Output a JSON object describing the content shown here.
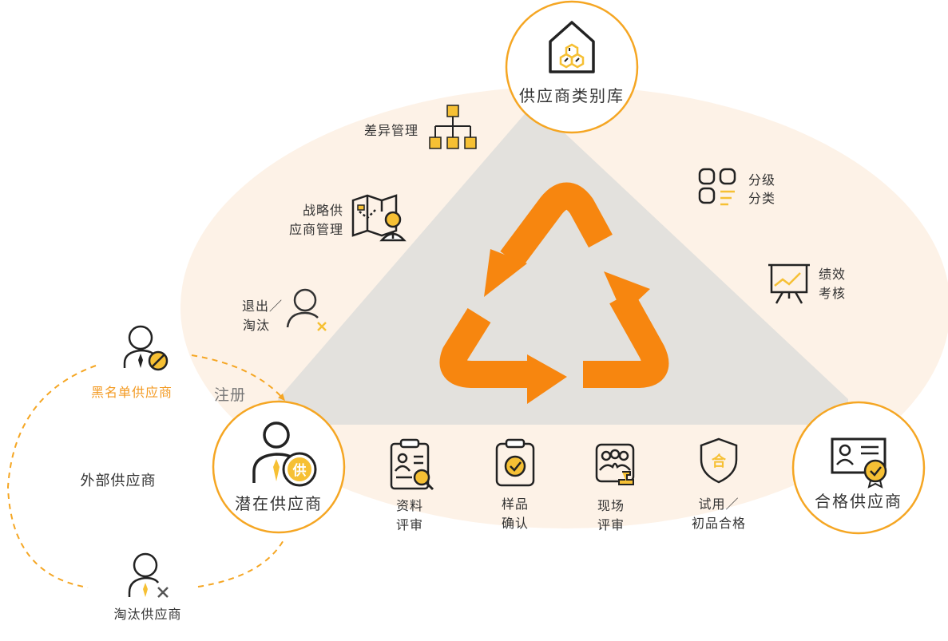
{
  "colors": {
    "ellipse": "#FDF2E7",
    "triangle": "#E3E1DD",
    "arrows": "#F7860F",
    "accent": "#F5A623",
    "icon_yellow": "#F6C034",
    "outline": "#333333",
    "blacklist_text": "#F39A22"
  },
  "nodes": {
    "category_library": {
      "label": "供应商类别库",
      "icon": "house-hexagons-icon"
    },
    "potential": {
      "label": "潜在供应商",
      "icon": "person-supply-badge-icon"
    },
    "qualified": {
      "label": "合格供应商",
      "icon": "certificate-icon"
    }
  },
  "left_edge": [
    {
      "key": "diff",
      "label": "差异管理",
      "icon": "org-chart-icon"
    },
    {
      "key": "strategic",
      "label1": "战略供",
      "label2": "应商管理",
      "icon": "map-person-icon"
    },
    {
      "key": "exit",
      "label1": "退出／",
      "label2": "淘汰",
      "icon": "person-x-icon"
    }
  ],
  "right_edge": [
    {
      "key": "grade",
      "label1": "分级",
      "label2": "分类",
      "icon": "grid-list-icon"
    },
    {
      "key": "perf",
      "label1": "绩效",
      "label2": "考核",
      "icon": "chart-board-icon"
    }
  ],
  "bottom_steps": [
    {
      "key": "docs",
      "label1": "资料",
      "label2": "评审",
      "icon": "clipboard-search-icon"
    },
    {
      "key": "sample",
      "label1": "样品",
      "label2": "确认",
      "icon": "clipboard-check-icon"
    },
    {
      "key": "onsite",
      "label1": "现场",
      "label2": "评审",
      "icon": "group-stamp-icon"
    },
    {
      "key": "trial",
      "label1": "试用／",
      "label2": "初品合格",
      "icon": "shield-he-icon"
    }
  ],
  "external": {
    "title": "外部供应商",
    "blacklist": {
      "label": "黑名单供应商",
      "icon": "person-blocked-icon"
    },
    "eliminated": {
      "label": "淘汰供应商",
      "icon": "person-x-icon"
    },
    "register": "注册"
  },
  "center": {
    "icon": "recycle-arrows-icon"
  }
}
